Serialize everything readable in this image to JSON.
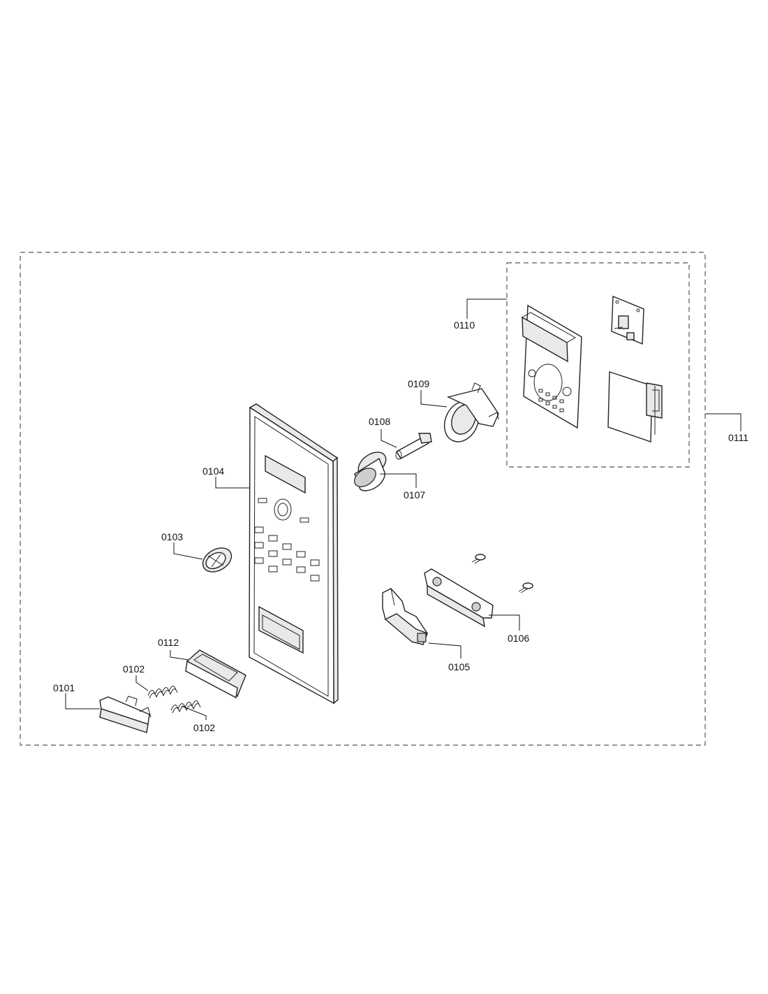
{
  "callouts": {
    "p0101": "0101",
    "p0102a": "0102",
    "p0102b": "0102",
    "p0103": "0103",
    "p0104": "0104",
    "p0105": "0105",
    "p0106": "0106",
    "p0107": "0107",
    "p0108": "0108",
    "p0109": "0109",
    "p0110": "0110",
    "p0111": "0111",
    "p0112": "0112"
  }
}
